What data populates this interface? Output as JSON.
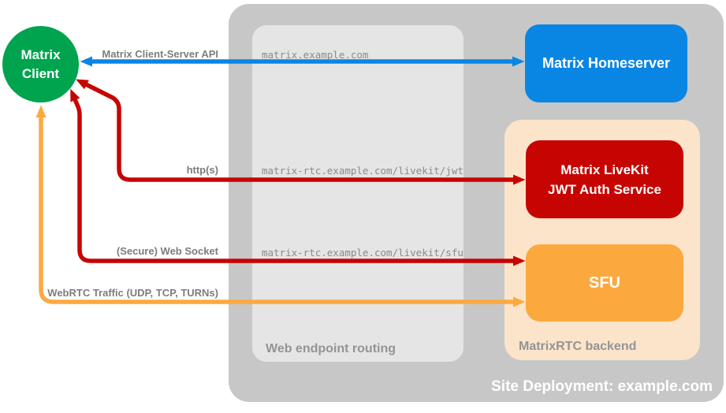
{
  "nodes": {
    "client": {
      "line1": "Matrix",
      "line2": "Client",
      "color": "#00a44f"
    },
    "homeserver": {
      "label": "Matrix Homeserver",
      "color": "#0986e4"
    },
    "livekit": {
      "line1": "Matrix LiveKit",
      "line2": "JWT Auth Service",
      "color": "#c60503"
    },
    "sfu": {
      "label": "SFU",
      "color": "#fba93f"
    }
  },
  "containers": {
    "site": {
      "label": "Site Deployment: example.com",
      "color": "#c7c7c7"
    },
    "routing": {
      "label": "Web endpoint routing",
      "color": "#e5e5e5"
    },
    "backend": {
      "label": "MatrixRTC backend",
      "color": "#fce4ca"
    }
  },
  "connections": [
    {
      "label": "Matrix Client-Server API",
      "endpoint": "matrix.example.com",
      "color": "#0986e4",
      "from": "Matrix Client",
      "to": "Matrix Homeserver"
    },
    {
      "label": "http(s)",
      "endpoint": "matrix-rtc.example.com/livekit/jwt",
      "color": "#c60503",
      "from": "Matrix Client",
      "to": "Matrix LiveKit JWT Auth Service"
    },
    {
      "label": "(Secure) Web Socket",
      "endpoint": "matrix-rtc.example.com/livekit/sfu",
      "color": "#c60503",
      "from": "Matrix Client",
      "to": "SFU"
    },
    {
      "label": "WebRTC Traffic (UDP, TCP, TURNs)",
      "color": "#fba93f",
      "from": "Matrix Client",
      "to": "SFU"
    }
  ]
}
